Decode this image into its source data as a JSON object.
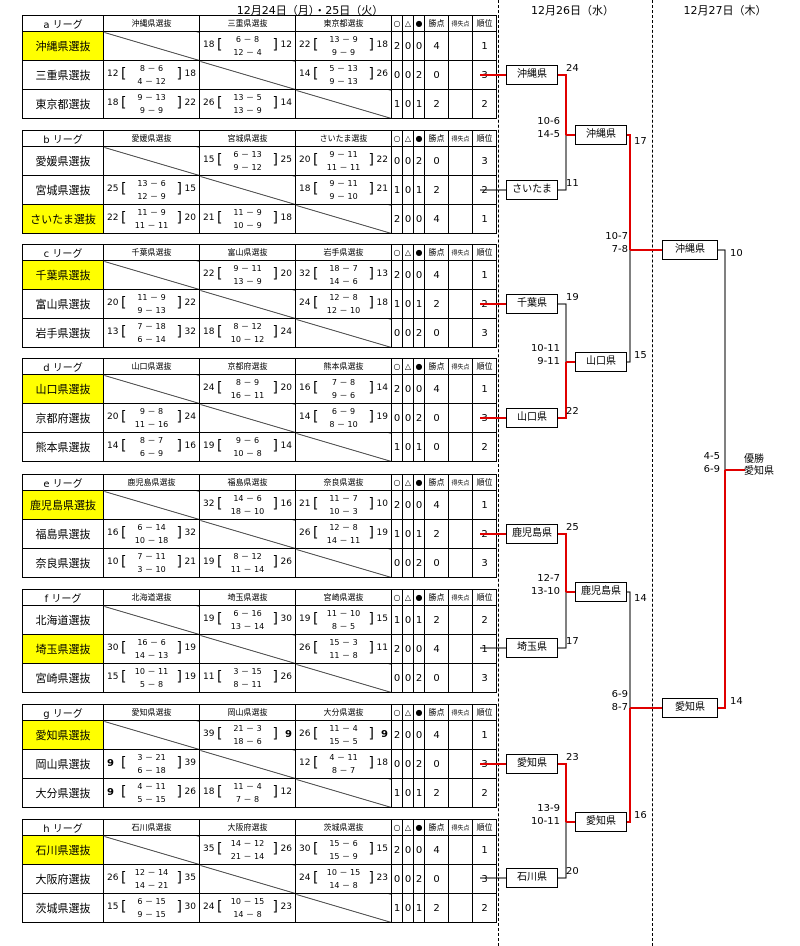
{
  "headers": {
    "d1": "12月24日（月）・25日（火）",
    "d2": "12月26日（水）",
    "d3": "12月27日（木）"
  },
  "table_cols": [
    "○",
    "△",
    "●",
    "勝点",
    "得失点",
    "順位"
  ],
  "leagues": [
    {
      "label": "a リーグ",
      "teams": [
        {
          "name": "沖縄県選抜",
          "hl": true,
          "cells": [
            null,
            {
              "l": "18",
              "s1": "6 － 8",
              "s2": "12 － 4",
              "r": "12"
            },
            {
              "l": "22",
              "s1": "13 － 9",
              "s2": "9 － 9",
              "r": "18"
            }
          ],
          "w": "2",
          "d": "0",
          "lo": "0",
          "pts": "4",
          "gd": "",
          "rank": "1"
        },
        {
          "name": "三重県選抜",
          "hl": false,
          "cells": [
            {
              "l": "12",
              "s1": "8 － 6",
              "s2": "4 － 12",
              "r": "18"
            },
            null,
            {
              "l": "14",
              "s1": "5 － 13",
              "s2": "9 － 13",
              "r": "26"
            }
          ],
          "w": "0",
          "d": "0",
          "lo": "2",
          "pts": "0",
          "gd": "",
          "rank": "3"
        },
        {
          "name": "東京都選抜",
          "hl": false,
          "cells": [
            {
              "l": "18",
              "s1": "9 － 13",
              "s2": "9 － 9",
              "r": "22"
            },
            {
              "l": "26",
              "s1": "13 － 5",
              "s2": "13 － 9",
              "r": "14"
            },
            null
          ],
          "w": "1",
          "d": "0",
          "lo": "1",
          "pts": "2",
          "gd": "",
          "rank": "2"
        }
      ]
    },
    {
      "label": "b リーグ",
      "teams": [
        {
          "name": "愛媛県選抜",
          "hl": false,
          "cells": [
            null,
            {
              "l": "15",
              "s1": "6 － 13",
              "s2": "9 － 12",
              "r": "25"
            },
            {
              "l": "20",
              "s1": "9 － 11",
              "s2": "11 － 11",
              "r": "22"
            }
          ],
          "w": "0",
          "d": "0",
          "lo": "2",
          "pts": "0",
          "gd": "",
          "rank": "3"
        },
        {
          "name": "宮城県選抜",
          "hl": false,
          "cells": [
            {
              "l": "25",
              "s1": "13 － 6",
              "s2": "12 － 9",
              "r": "15"
            },
            null,
            {
              "l": "18",
              "s1": "9 － 11",
              "s2": "9 － 10",
              "r": "21"
            }
          ],
          "w": "1",
          "d": "0",
          "lo": "1",
          "pts": "2",
          "gd": "",
          "rank": "2"
        },
        {
          "name": "さいたま選抜",
          "hl": true,
          "cells": [
            {
              "l": "22",
              "s1": "11 － 9",
              "s2": "11 － 11",
              "r": "20"
            },
            {
              "l": "21",
              "s1": "11 － 9",
              "s2": "10 － 9",
              "r": "18"
            },
            null
          ],
          "w": "2",
          "d": "0",
          "lo": "0",
          "pts": "4",
          "gd": "",
          "rank": "1"
        }
      ]
    },
    {
      "label": "c リーグ",
      "teams": [
        {
          "name": "千葉県選抜",
          "hl": true,
          "cells": [
            null,
            {
              "l": "22",
              "s1": "9 － 11",
              "s2": "13 － 9",
              "r": "20"
            },
            {
              "l": "32",
              "s1": "18 － 7",
              "s2": "14 － 6",
              "r": "13"
            }
          ],
          "w": "2",
          "d": "0",
          "lo": "0",
          "pts": "4",
          "gd": "",
          "rank": "1"
        },
        {
          "name": "富山県選抜",
          "hl": false,
          "cells": [
            {
              "l": "20",
              "s1": "11 － 9",
              "s2": "9 － 13",
              "r": "22"
            },
            null,
            {
              "l": "24",
              "s1": "12 － 8",
              "s2": "12 － 10",
              "r": "18"
            }
          ],
          "w": "1",
          "d": "0",
          "lo": "1",
          "pts": "2",
          "gd": "",
          "rank": "2"
        },
        {
          "name": "岩手県選抜",
          "hl": false,
          "cells": [
            {
              "l": "13",
              "s1": "7 － 18",
              "s2": "6 － 14",
              "r": "32"
            },
            {
              "l": "18",
              "s1": "8 － 12",
              "s2": "10 － 12",
              "r": "24"
            },
            null
          ],
          "w": "0",
          "d": "0",
          "lo": "2",
          "pts": "0",
          "gd": "",
          "rank": "3"
        }
      ]
    },
    {
      "label": "d リーグ",
      "teams": [
        {
          "name": "山口県選抜",
          "hl": true,
          "cells": [
            null,
            {
              "l": "24",
              "s1": "8 － 9",
              "s2": "16 － 11",
              "r": "20"
            },
            {
              "l": "16",
              "s1": "7 － 8",
              "s2": "9 － 6",
              "r": "14"
            }
          ],
          "w": "2",
          "d": "0",
          "lo": "0",
          "pts": "4",
          "gd": "",
          "rank": "1"
        },
        {
          "name": "京都府選抜",
          "hl": false,
          "cells": [
            {
              "l": "20",
              "s1": "9 － 8",
              "s2": "11 － 16",
              "r": "24"
            },
            null,
            {
              "l": "14",
              "s1": "6 － 9",
              "s2": "8 － 10",
              "r": "19"
            }
          ],
          "w": "0",
          "d": "0",
          "lo": "2",
          "pts": "0",
          "gd": "",
          "rank": "3"
        },
        {
          "name": "熊本県選抜",
          "hl": false,
          "cells": [
            {
              "l": "14",
              "s1": "8 － 7",
              "s2": "6 － 9",
              "r": "16"
            },
            {
              "l": "19",
              "s1": "9 － 6",
              "s2": "10 － 8",
              "r": "14"
            },
            null
          ],
          "w": "1",
          "d": "0",
          "lo": "1",
          "pts": "0",
          "gd": "",
          "rank": "2"
        }
      ]
    },
    {
      "label": "e リーグ",
      "teams": [
        {
          "name": "鹿児島県選抜",
          "hl": true,
          "cells": [
            null,
            {
              "l": "32",
              "s1": "14 － 6",
              "s2": "18 － 10",
              "r": "16"
            },
            {
              "l": "21",
              "s1": "11 － 7",
              "s2": "10 － 3",
              "r": "10"
            }
          ],
          "w": "2",
          "d": "0",
          "lo": "0",
          "pts": "4",
          "gd": "",
          "rank": "1"
        },
        {
          "name": "福島県選抜",
          "hl": false,
          "cells": [
            {
              "l": "16",
              "s1": "6 － 14",
              "s2": "10 － 18",
              "r": "32"
            },
            null,
            {
              "l": "26",
              "s1": "12 － 8",
              "s2": "14 － 11",
              "r": "19"
            }
          ],
          "w": "1",
          "d": "0",
          "lo": "1",
          "pts": "2",
          "gd": "",
          "rank": "2"
        },
        {
          "name": "奈良県選抜",
          "hl": false,
          "cells": [
            {
              "l": "10",
              "s1": "7 － 11",
              "s2": "3 － 10",
              "r": "21"
            },
            {
              "l": "19",
              "s1": "8 － 12",
              "s2": "11 － 14",
              "r": "26"
            },
            null
          ],
          "w": "0",
          "d": "0",
          "lo": "2",
          "pts": "0",
          "gd": "",
          "rank": "3"
        }
      ]
    },
    {
      "label": "f リーグ",
      "teams": [
        {
          "name": "北海道選抜",
          "hl": false,
          "cells": [
            null,
            {
              "l": "19",
              "s1": "6 － 16",
              "s2": "13 － 14",
              "r": "30"
            },
            {
              "l": "19",
              "s1": "11 － 10",
              "s2": "8 － 5",
              "r": "15"
            }
          ],
          "w": "1",
          "d": "0",
          "lo": "1",
          "pts": "2",
          "gd": "",
          "rank": "2"
        },
        {
          "name": "埼玉県選抜",
          "hl": true,
          "cells": [
            {
              "l": "30",
              "s1": "16 － 6",
              "s2": "14 － 13",
              "r": "19"
            },
            null,
            {
              "l": "26",
              "s1": "15 － 3",
              "s2": "11 － 8",
              "r": "11"
            }
          ],
          "w": "2",
          "d": "0",
          "lo": "0",
          "pts": "4",
          "gd": "",
          "rank": "1"
        },
        {
          "name": "宮崎県選抜",
          "hl": false,
          "cells": [
            {
              "l": "15",
              "s1": "10 － 11",
              "s2": "5 － 8",
              "r": "19"
            },
            {
              "l": "11",
              "s1": "3 － 15",
              "s2": "8 － 11",
              "r": "26"
            },
            null
          ],
          "w": "0",
          "d": "0",
          "lo": "2",
          "pts": "0",
          "gd": "",
          "rank": "3"
        }
      ]
    },
    {
      "label": "g リーグ",
      "teams": [
        {
          "name": "愛知県選抜",
          "hl": true,
          "cells": [
            null,
            {
              "l": "39",
              "s1": "21 － 3",
              "s2": "18 － 6",
              "r": "9",
              "rb": true
            },
            {
              "l": "26",
              "s1": "11 － 4",
              "s2": "15 － 5",
              "r": "9",
              "rb": true
            }
          ],
          "w": "2",
          "d": "0",
          "lo": "0",
          "pts": "4",
          "gd": "",
          "rank": "1"
        },
        {
          "name": "岡山県選抜",
          "hl": false,
          "cells": [
            {
              "l": "9",
              "lb": true,
              "s1": "3 － 21",
              "s2": "6 － 18",
              "r": "39"
            },
            null,
            {
              "l": "12",
              "s1": "4 － 11",
              "s2": "8 － 7",
              "r": "18"
            }
          ],
          "w": "0",
          "d": "0",
          "lo": "2",
          "pts": "0",
          "gd": "",
          "rank": "3"
        },
        {
          "name": "大分県選抜",
          "hl": false,
          "cells": [
            {
              "l": "9",
              "lb": true,
              "s1": "4 － 11",
              "s2": "5 － 15",
              "r": "26"
            },
            {
              "l": "18",
              "s1": "11 － 4",
              "s2": "7 － 8",
              "r": "12"
            },
            null
          ],
          "w": "1",
          "d": "0",
          "lo": "1",
          "pts": "2",
          "gd": "",
          "rank": "2"
        }
      ]
    },
    {
      "label": "h リーグ",
      "teams": [
        {
          "name": "石川県選抜",
          "hl": true,
          "cells": [
            null,
            {
              "l": "35",
              "s1": "14 － 12",
              "s2": "21 － 14",
              "r": "26"
            },
            {
              "l": "30",
              "s1": "15 － 6",
              "s2": "15 － 9",
              "r": "15"
            }
          ],
          "w": "2",
          "d": "0",
          "lo": "0",
          "pts": "4",
          "gd": "",
          "rank": "1"
        },
        {
          "name": "大阪府選抜",
          "hl": false,
          "cells": [
            {
              "l": "26",
              "s1": "12 － 14",
              "s2": "14 － 21",
              "r": "35"
            },
            null,
            {
              "l": "24",
              "s1": "10 － 15",
              "s2": "14 － 8",
              "r": "23"
            }
          ],
          "w": "0",
          "d": "0",
          "lo": "2",
          "pts": "0",
          "gd": "",
          "rank": "3"
        },
        {
          "name": "茨城県選抜",
          "hl": false,
          "cells": [
            {
              "l": "15",
              "s1": "6 － 15",
              "s2": "9 － 15",
              "r": "30"
            },
            {
              "l": "24",
              "s1": "10 － 15",
              "s2": "14 － 8",
              "r": "23"
            },
            null
          ],
          "w": "1",
          "d": "0",
          "lo": "1",
          "pts": "2",
          "gd": "",
          "rank": "2"
        }
      ]
    }
  ],
  "bracket": {
    "r1": [
      "沖縄県",
      "さいたま",
      "千葉県",
      "山口県",
      "鹿児島県",
      "埼玉県",
      "愛知県",
      "石川県"
    ],
    "r1_scores": [
      "24",
      "11",
      "19",
      "22",
      "25",
      "17",
      "23",
      "20"
    ],
    "r2": [
      "沖縄県",
      "山口県",
      "鹿児島県",
      "愛知県"
    ],
    "r2_scores": [
      "17",
      "15",
      "14",
      "16"
    ],
    "r2_sets": [
      [
        "10-6",
        "14-5"
      ],
      [
        "10-11",
        "9-11"
      ],
      [
        "12-7",
        "13-10"
      ],
      [
        "13-9",
        "10-11"
      ]
    ],
    "r3": [
      "沖縄県",
      "愛知県"
    ],
    "r3_scores": [
      "10",
      "14"
    ],
    "r3_sets": [
      [
        "10-7",
        "7-8"
      ],
      [
        "6-9",
        "8-7"
      ]
    ],
    "final_sets": [
      "4-5",
      "6-9"
    ],
    "champion_label": "優勝",
    "champion": "愛知県"
  },
  "colors": {
    "highlight": "#ffff00",
    "winner_line": "#e00000",
    "line": "#000000"
  }
}
